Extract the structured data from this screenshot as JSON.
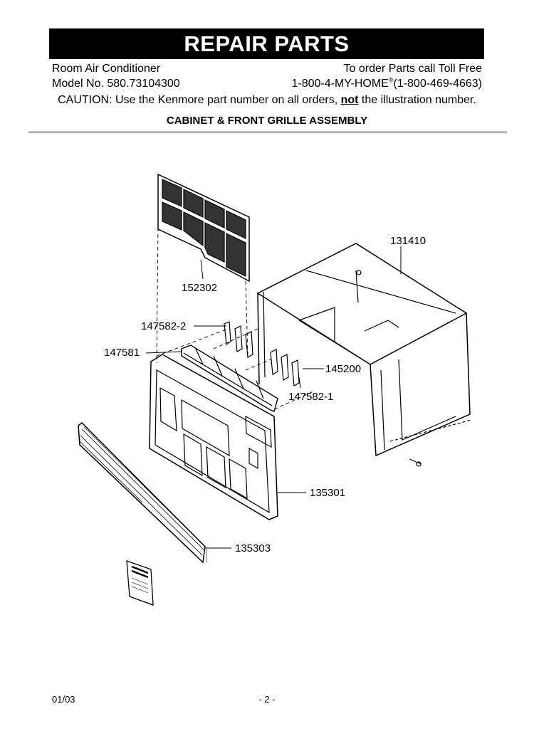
{
  "header": {
    "title": "REPAIR PARTS",
    "product": "Room Air Conditioner",
    "model": "Model No. 580.73104300",
    "order_text": "To order Parts call Toll Free",
    "phone_prefix": "1-800-4-MY-HOME",
    "phone_reg": "®",
    "phone_suffix": "(1-800-469-4663)",
    "caution_before": "CAUTION: Use the Kenmore part number on all orders, ",
    "caution_emph": "not",
    "caution_after": " the illustration number.",
    "section_title": "CABINET & FRONT GRILLE ASSEMBLY"
  },
  "parts": {
    "cabinet": "131410",
    "filter": "152302",
    "bracket_left": "147582-2",
    "louver": "147581",
    "bracket_right_part": "145200",
    "bracket_right": "147582-1",
    "front_grille": "135301",
    "front_panel": "135303"
  },
  "footer": {
    "date": "01/03",
    "page": "- 2 -"
  }
}
